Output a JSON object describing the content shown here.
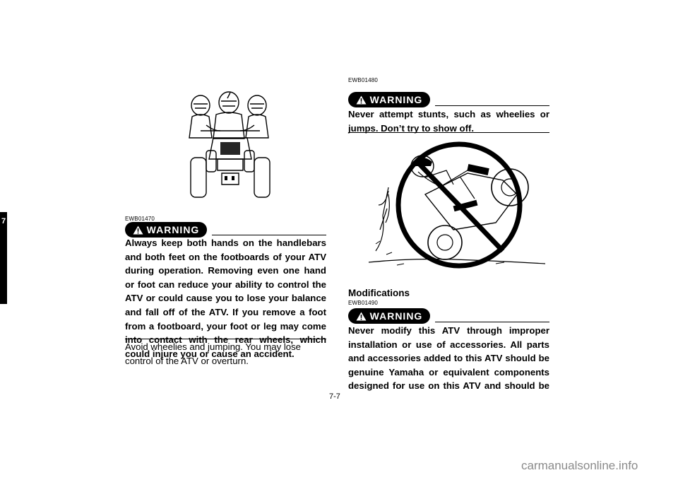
{
  "side_tab": {
    "chapter": "7"
  },
  "left": {
    "warning_code": "EWB01470",
    "warning_label": "WARNING",
    "warning_text": "Always keep both hands on the handlebars and both feet on the footboards of your ATV during operation. Removing even one hand or foot can reduce your ability to control the ATV or could cause you to lose your balance and fall off of the ATV. If you remove a foot from a footboard, your foot or leg may come into contact with the rear wheels, which could injure you or cause an accident.",
    "body_text": "Avoid wheelies and jumping. You may lose control of the ATV or overturn."
  },
  "right": {
    "warning1_code": "EWB01480",
    "warning1_label": "WARNING",
    "warning1_text": "Never attempt stunts, such as wheelies or jumps. Don’t try to show off.",
    "section_heading": "Modifications",
    "warning2_code": "EWB01490",
    "warning2_label": "WARNING",
    "warning2_text": "Never modify this ATV through improper installation or use of accessories. All parts and accessories added to this ATV should be genuine Yamaha or equivalent components designed for use on this ATV and should be"
  },
  "page_number": "7-7",
  "watermark": "carmanualsonline.info"
}
